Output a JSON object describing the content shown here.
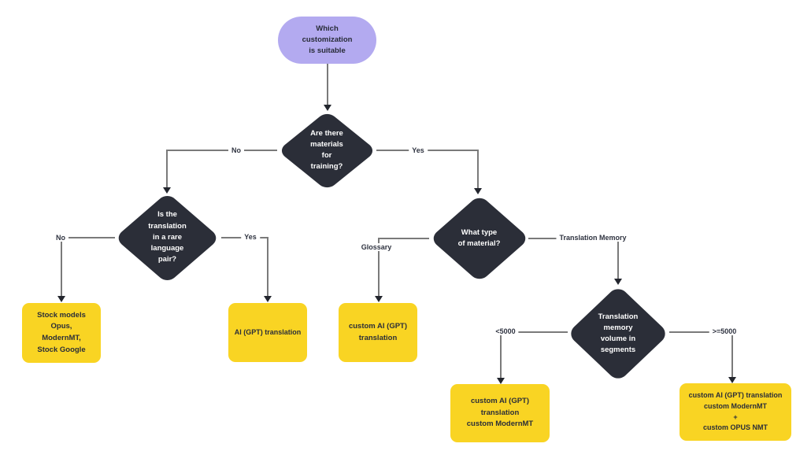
{
  "diagram": {
    "title": "Which customization is suitable",
    "nodes": {
      "start": {
        "label": "Which\ncustomization\nis suitable"
      },
      "materials": {
        "label": "Are there\nmaterials\nfor\ntraining?"
      },
      "rare_pair": {
        "label": "Is the\ntranslation\nin a rare\nlanguage\npair?"
      },
      "material_type": {
        "label": "What type\nof material?"
      },
      "tm_volume": {
        "label": "Translation\nmemory\nvolume in\nsegments"
      },
      "stock_models": {
        "label": "Stock models\nOpus,\nModernMT,\nStock Google"
      },
      "ai_gpt": {
        "label": "AI (GPT) translation"
      },
      "custom_ai_gpt": {
        "label": "custom AI (GPT)\ntranslation"
      },
      "custom_modernmt": {
        "label": "custom AI (GPT)\ntranslation\ncustom ModernMT"
      },
      "custom_opus": {
        "label": "custom AI (GPT) translation\ncustom ModernMT\n+\ncustom OPUS NMT"
      }
    },
    "edge_labels": {
      "materials_no": "No",
      "materials_yes": "Yes",
      "rare_no": "No",
      "rare_yes": "Yes",
      "type_glossary": "Glossary",
      "type_tm": "Translation Memory",
      "volume_lt": "<5000",
      "volume_gte": ">=5000"
    },
    "colors": {
      "decision_fill": "#2b2e38",
      "decision_text": "#ffffff",
      "result_fill": "#f9d423",
      "start_fill": "#b3aaf0",
      "connector": "#7a7a7a",
      "background": "#ffffff"
    }
  }
}
